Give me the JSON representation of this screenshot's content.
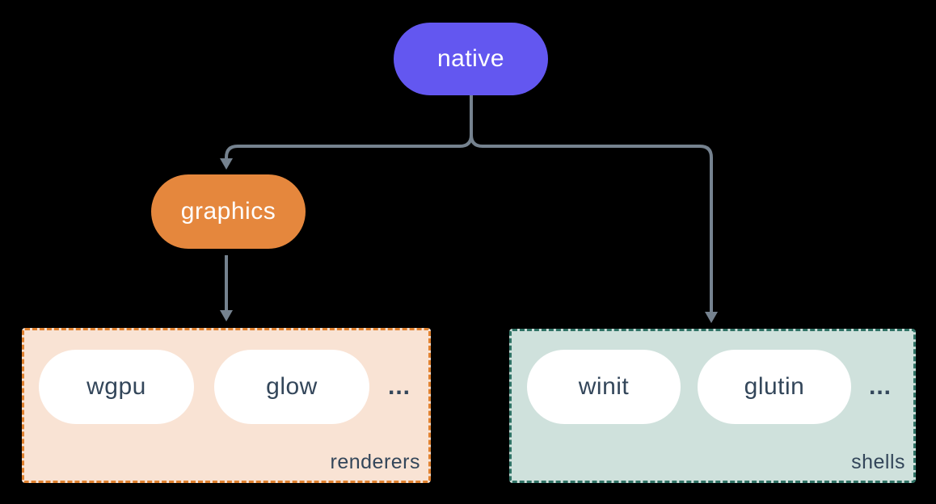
{
  "diagram": {
    "background_color": "#000000",
    "connector_color": "#75828f",
    "nodes": {
      "native": {
        "label": "native",
        "fill": "#6357f0",
        "text_color": "#ffffff"
      },
      "graphics": {
        "label": "graphics",
        "fill": "#e5873d",
        "text_color": "#ffffff"
      }
    },
    "groups": {
      "renderers": {
        "label": "renderers",
        "fill": "#f9e3d4",
        "border_color": "#e0812f",
        "items": [
          {
            "label": "wgpu"
          },
          {
            "label": "glow"
          }
        ],
        "ellipsis": "..."
      },
      "shells": {
        "label": "shells",
        "fill": "#cfe1dc",
        "border_color": "#2f7265",
        "items": [
          {
            "label": "winit"
          },
          {
            "label": "glutin"
          }
        ],
        "ellipsis": "..."
      }
    },
    "item_style": {
      "fill": "#ffffff",
      "text_color": "#33465a"
    }
  }
}
